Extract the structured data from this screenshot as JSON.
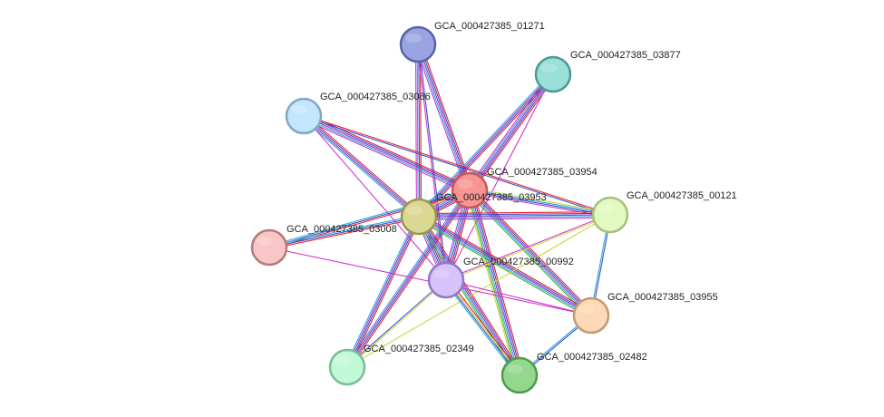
{
  "network": {
    "nodes": [
      {
        "id": "01271",
        "label": "GCA_000427385_01271",
        "fill": "#9aa4e3",
        "stroke": "#5a63a8"
      },
      {
        "id": "03877",
        "label": "GCA_000427385_03877",
        "fill": "#99e0d8",
        "stroke": "#4e9a90"
      },
      {
        "id": "03086",
        "label": "GCA_000427385_03086",
        "fill": "#c4e6fb",
        "stroke": "#7ea9c8"
      },
      {
        "id": "03954",
        "label": "GCA_000427385_03954",
        "fill": "#f99494",
        "stroke": "#c25858"
      },
      {
        "id": "03953",
        "label": "GCA_000427385_03953",
        "fill": "#dbd893",
        "stroke": "#9a9650"
      },
      {
        "id": "00121",
        "label": "GCA_000427385_00121",
        "fill": "#e2f9c0",
        "stroke": "#a5c17c"
      },
      {
        "id": "03008",
        "label": "GCA_000427385_03008",
        "fill": "#f9c6c6",
        "stroke": "#b57a7a"
      },
      {
        "id": "00992",
        "label": "GCA_000427385_00992",
        "fill": "#d6c3f9",
        "stroke": "#9277c6"
      },
      {
        "id": "03955",
        "label": "GCA_000427385_03955",
        "fill": "#fcdab8",
        "stroke": "#c49a6f"
      },
      {
        "id": "02349",
        "label": "GCA_000427385_02349",
        "fill": "#c1f9d7",
        "stroke": "#78bf95"
      },
      {
        "id": "02482",
        "label": "GCA_000427385_02482",
        "fill": "#93d88d",
        "stroke": "#4f9a4a"
      }
    ],
    "edges": [
      {
        "source": "01271",
        "target": "03954",
        "colors": [
          "#e8232a",
          "#3a50d6",
          "#9c2ec2",
          "#29a9d6",
          "#d135cf"
        ]
      },
      {
        "source": "01271",
        "target": "03953",
        "colors": [
          "#e8232a",
          "#3a50d6",
          "#29a9d6",
          "#d135cf"
        ]
      },
      {
        "source": "01271",
        "target": "00992",
        "colors": [
          "#3a50d6",
          "#d135cf"
        ]
      },
      {
        "source": "03877",
        "target": "03954",
        "colors": [
          "#e8232a",
          "#3a50d6",
          "#9c2ec2",
          "#29a9d6",
          "#d135cf"
        ]
      },
      {
        "source": "03877",
        "target": "03953",
        "colors": [
          "#e8232a",
          "#3a50d6",
          "#9c2ec2",
          "#29a9d6"
        ]
      },
      {
        "source": "03877",
        "target": "00992",
        "colors": [
          "#d135cf"
        ]
      },
      {
        "source": "03086",
        "target": "03954",
        "colors": [
          "#e8232a",
          "#3a50d6",
          "#9c2ec2",
          "#29a9d6",
          "#d135cf"
        ]
      },
      {
        "source": "03086",
        "target": "03953",
        "colors": [
          "#e8232a",
          "#3a50d6",
          "#9c2ec2",
          "#29a9d6"
        ]
      },
      {
        "source": "03086",
        "target": "00992",
        "colors": [
          "#d135cf"
        ]
      },
      {
        "source": "03086",
        "target": "00121",
        "colors": [
          "#e8232a",
          "#3a50d6"
        ]
      },
      {
        "source": "03954",
        "target": "03953",
        "colors": [
          "#e8232a",
          "#3a50d6",
          "#9c2ec2",
          "#29a9d6",
          "#d135cf",
          "#cbd83d"
        ]
      },
      {
        "source": "03954",
        "target": "00121",
        "colors": [
          "#cbd83d",
          "#29a9d6",
          "#3a50d6",
          "#d135cf"
        ]
      },
      {
        "source": "03954",
        "target": "03008",
        "colors": [
          "#e8232a",
          "#3a50d6",
          "#29a9d6"
        ]
      },
      {
        "source": "03954",
        "target": "00992",
        "colors": [
          "#e8232a",
          "#3a50d6",
          "#9c2ec2",
          "#29a9d6",
          "#d135cf"
        ]
      },
      {
        "source": "03954",
        "target": "03955",
        "colors": [
          "#e8232a",
          "#3a50d6",
          "#9c2ec2",
          "#29a9d6",
          "#3ab43a"
        ]
      },
      {
        "source": "03954",
        "target": "02349",
        "colors": [
          "#e8232a",
          "#3a50d6",
          "#9c2ec2",
          "#29a9d6"
        ]
      },
      {
        "source": "03954",
        "target": "02482",
        "colors": [
          "#e8232a",
          "#3a50d6",
          "#9c2ec2",
          "#29a9d6",
          "#3ab43a",
          "#cbd83d"
        ]
      },
      {
        "source": "03953",
        "target": "00121",
        "colors": [
          "#e8232a",
          "#3a50d6",
          "#9c2ec2",
          "#29a9d6",
          "#d135cf"
        ]
      },
      {
        "source": "03953",
        "target": "03008",
        "colors": [
          "#e8232a",
          "#3a50d6",
          "#29a9d6"
        ]
      },
      {
        "source": "03953",
        "target": "00992",
        "colors": [
          "#e8232a",
          "#3a50d6",
          "#9c2ec2",
          "#29a9d6",
          "#d135cf"
        ]
      },
      {
        "source": "03953",
        "target": "03955",
        "colors": [
          "#e8232a",
          "#3a50d6",
          "#9c2ec2",
          "#29a9d6",
          "#3ab43a"
        ]
      },
      {
        "source": "03953",
        "target": "02349",
        "colors": [
          "#e8232a",
          "#3a50d6",
          "#9c2ec2",
          "#29a9d6"
        ]
      },
      {
        "source": "03953",
        "target": "02482",
        "colors": [
          "#e8232a",
          "#3a50d6",
          "#9c2ec2",
          "#29a9d6",
          "#3ab43a"
        ]
      },
      {
        "source": "00121",
        "target": "00992",
        "colors": [
          "#cbd83d",
          "#d135cf"
        ]
      },
      {
        "source": "00121",
        "target": "03955",
        "colors": [
          "#3a50d6",
          "#29a9d6"
        ]
      },
      {
        "source": "00121",
        "target": "02349",
        "colors": [
          "#cbd83d"
        ]
      },
      {
        "source": "03008",
        "target": "03955",
        "colors": [
          "#d135cf"
        ]
      },
      {
        "source": "00992",
        "target": "03955",
        "colors": [
          "#d135cf"
        ]
      },
      {
        "source": "00992",
        "target": "02349",
        "colors": [
          "#cbd83d",
          "#3a50d6"
        ]
      },
      {
        "source": "00992",
        "target": "02482",
        "colors": [
          "#e8232a",
          "#cbd83d",
          "#3a50d6",
          "#29a9d6"
        ]
      },
      {
        "source": "03955",
        "target": "02482",
        "colors": [
          "#3a50d6",
          "#29a9d6"
        ]
      }
    ]
  }
}
